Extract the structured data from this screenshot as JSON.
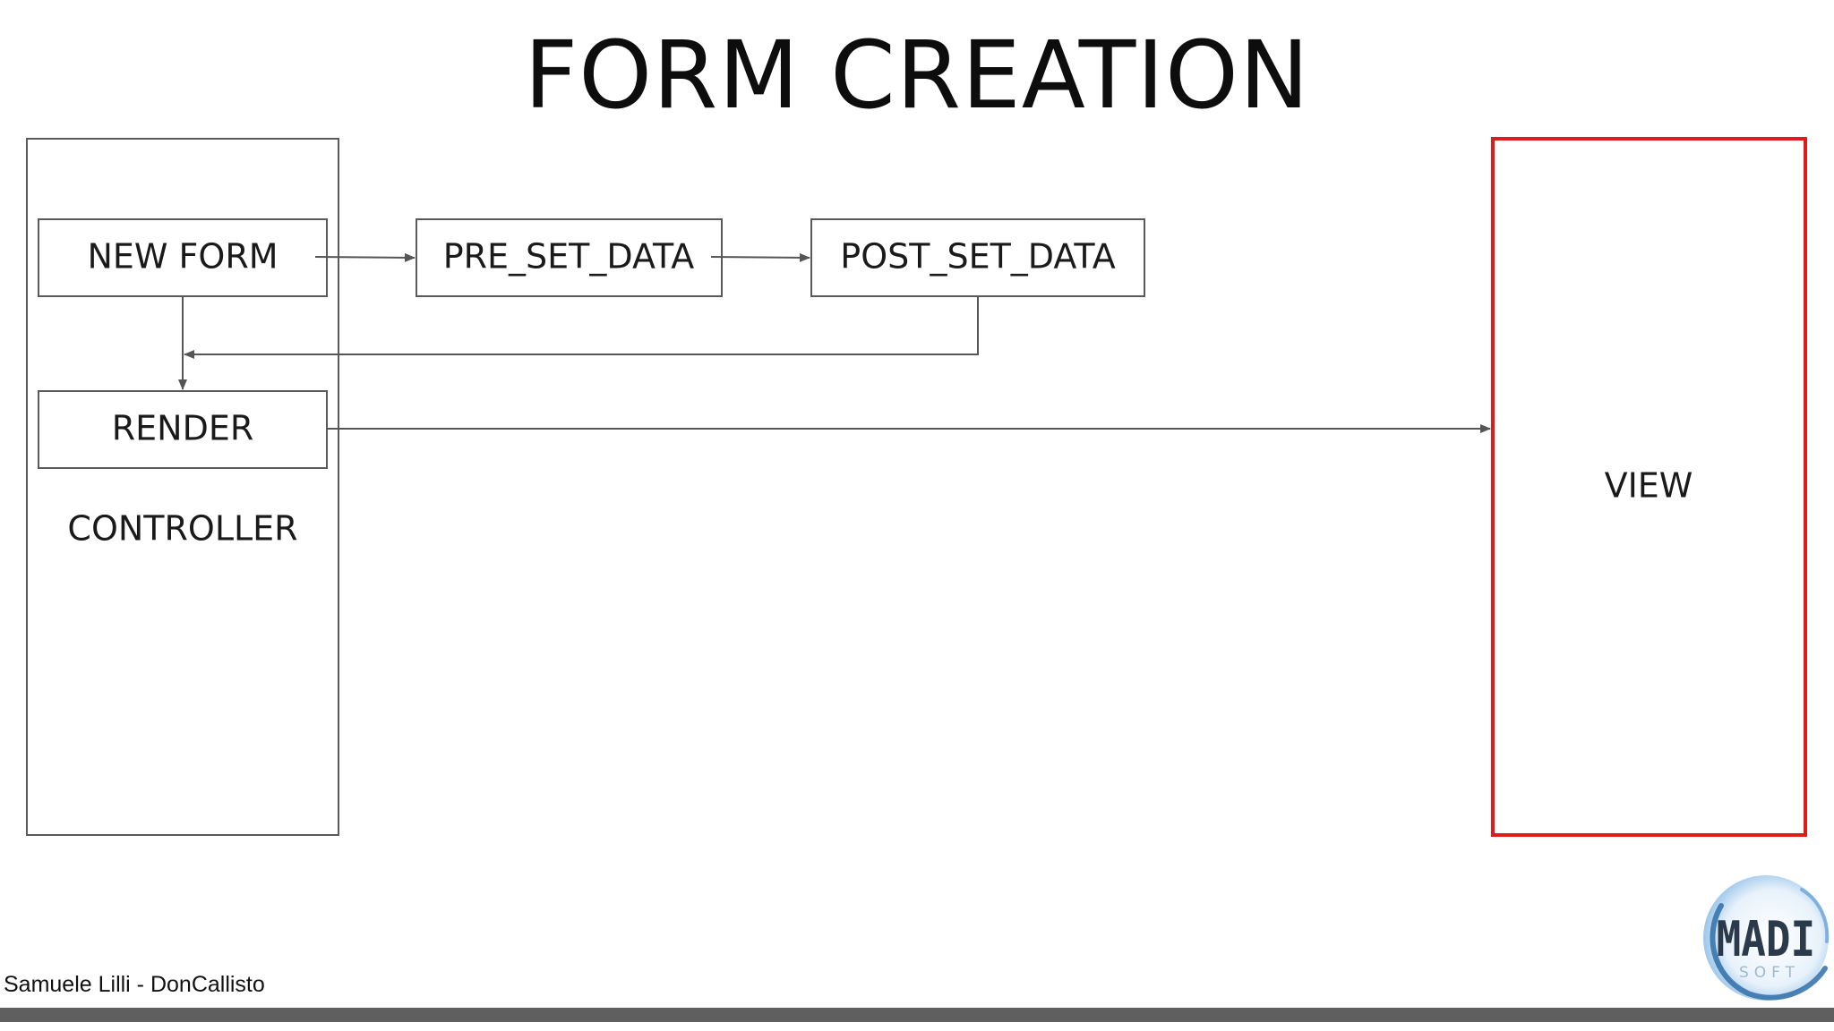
{
  "title": "FORM CREATION",
  "nodes": {
    "new_form": "NEW FORM",
    "pre_set_data": "PRE_SET_DATA",
    "post_set_data": "POST_SET_DATA",
    "render": "RENDER",
    "controller": "CONTROLLER",
    "view": "VIEW"
  },
  "footer": {
    "credit": "Samuele Lilli - DonCallisto"
  },
  "logo": {
    "main": "MADI",
    "sub": "SOFT"
  },
  "colors": {
    "view_border": "#e01b1b",
    "bottom_bar": "#5f5f5f",
    "logo_blue": "#2f6fa8"
  }
}
